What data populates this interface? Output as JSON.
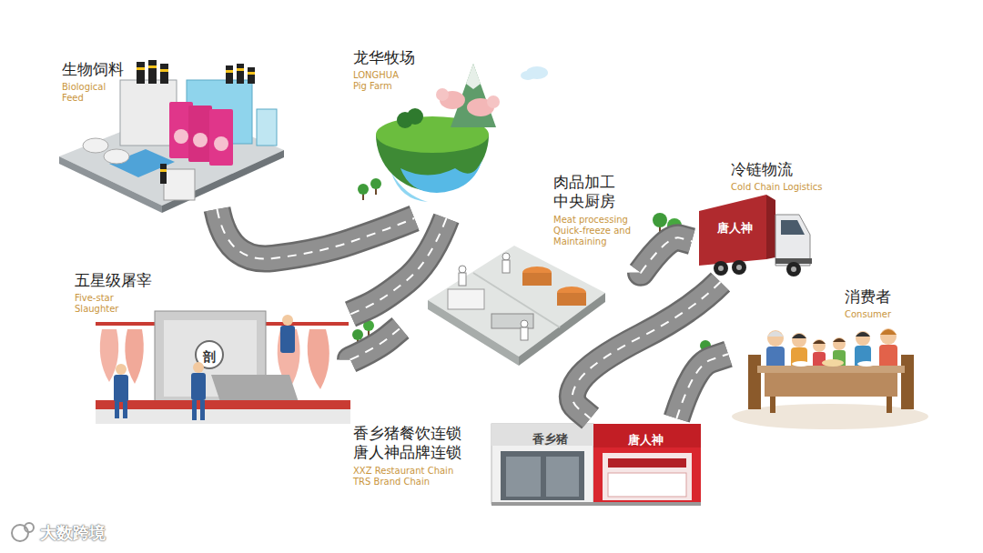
{
  "diagram": {
    "nodes": [
      {
        "text": [
          "生物饲料",
          "Biological Feed"
        ]
      },
      {
        "text": [
          "龙华牧场",
          "LONGHUA Pig Farm"
        ]
      },
      {
        "text": [
          "五星级屠宰",
          "Five-star Slaughter"
        ]
      },
      {
        "text": [
          "肉品加工 中央厨房",
          "Meat processing Quick-freeze and Maintaining"
        ]
      },
      {
        "text": [
          "冷链物流",
          "Cold Chain Logistics"
        ]
      },
      {
        "text": [
          "香乡猪餐饮连锁 唐人神品牌连锁",
          "XXZ Restaurant Chain TRS Brand Chain"
        ]
      },
      {
        "text": [
          "消费者",
          "Consumer"
        ]
      }
    ],
    "edges": [
      {
        "from": 0,
        "to": 1,
        "arrow": "none"
      },
      {
        "from": 1,
        "to": 2,
        "arrow": "none"
      },
      {
        "from": 2,
        "to": 3,
        "arrow": "none"
      },
      {
        "from": 3,
        "to": 4,
        "arrow": "none"
      },
      {
        "from": 4,
        "to": 5,
        "arrow": "none"
      },
      {
        "from": 5,
        "to": 6,
        "arrow": "none"
      }
    ],
    "labels": [
      "剖",
      "唐人神",
      "香乡猪",
      "唐人神",
      "大数跨境"
    ]
  }
}
